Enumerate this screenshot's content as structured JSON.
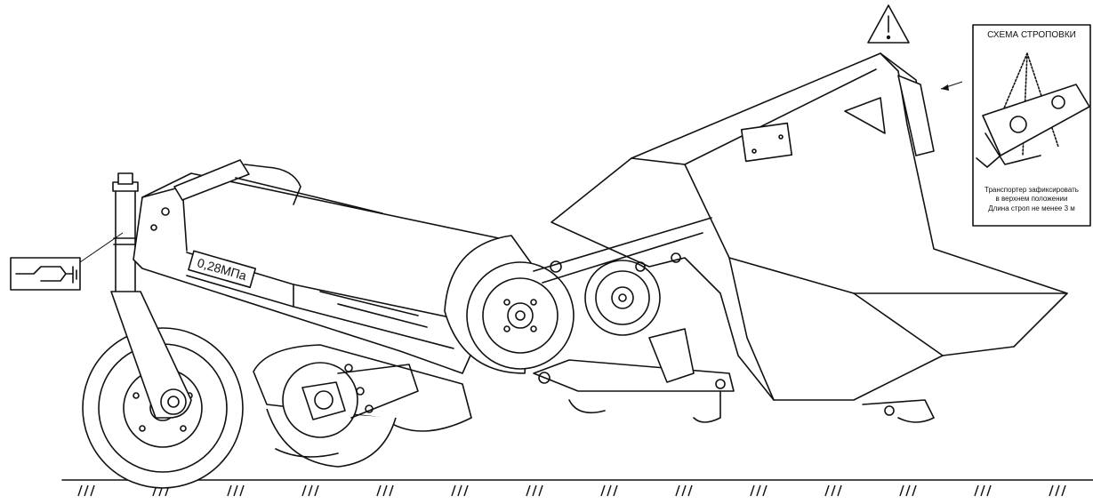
{
  "tire_pressure_label": "0,28МПа",
  "sling_scheme": {
    "title": "СХЕМА СТРОПОВКИ",
    "note_line1": "Транспортер зафиксировать",
    "note_line2": "в верхнем положении",
    "note_line3": "Длина строп не менее 3 м"
  },
  "icons": {
    "warning": "warning-triangle-icon",
    "grease": "grease-point-icon"
  }
}
